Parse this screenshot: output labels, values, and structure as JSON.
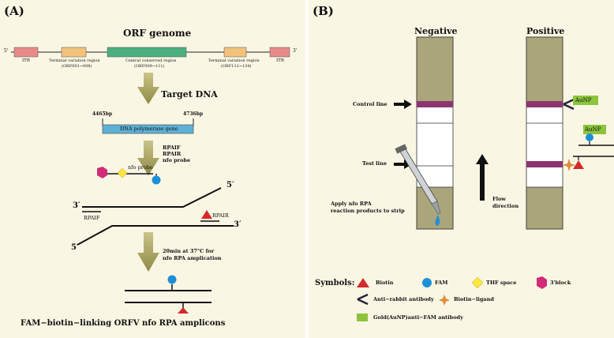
{
  "panel_a": {
    "label": "(A)",
    "orf_title": "ORF genome",
    "end_5": "5'",
    "end_3": "3'",
    "itr_left": "ITR",
    "itr_right": "ITR",
    "term_left_1": "Terminal variation region",
    "term_left_2": "(ORF001~008)",
    "central_1": "Central conserved region",
    "central_2": "(ORF009~111)",
    "term_right_1": "Terminal variation region",
    "term_right_2": "(ORF112~134)",
    "target_dna": "Target DNA",
    "bp_start": "4465bp",
    "bp_end": "4736bp",
    "gene_label": "DNA polymerase gene",
    "primer_f": "RPAIF",
    "primer_r": "RPAIR",
    "probe_label": "nfo probe",
    "strand_5_top": "5′",
    "strand_3_left": "3′",
    "strand_3_right": "3′",
    "strand_5_bottom": "5′",
    "rpair_tag": "RPAIR",
    "rpaif_tag": "RPAIF",
    "probe_small": "nfo probe",
    "condition_1": "20min  at 37°C for",
    "condition_2": "nfo RPA amplication",
    "bottom_caption": "FAM−biotin−linking   ORFV nfo RPA amplicons"
  },
  "panel_b": {
    "label": "(B)",
    "negative": "Negative",
    "positive": "Positive",
    "control_line": "Control line",
    "test_line": "Test line",
    "apply_1": "Apply nfo RPA",
    "apply_2": "reaction products to strip",
    "flow_1": "Flow",
    "flow_2": "direction",
    "aunp_1": "AuNP",
    "aunp_2": "AuNP",
    "symbols_title": "Symbols:",
    "sym_biotin": "Biotin",
    "sym_fam": "FAM",
    "sym_thf": "THF space",
    "sym_3block": "3'block",
    "sym_antibody": "Anti−rabbit antibody",
    "sym_ligand": "Biotin−ligand",
    "sym_gold": "Gold(AuNP)anti−FAM antibody"
  },
  "colors": {
    "background": "#faf6e4",
    "itr": "#e88a8a",
    "terminal": "#f1c27a",
    "central": "#4caf7f",
    "gene": "#5fb0d6",
    "arrow": "#a9a35a",
    "strip_pad": "#aaa57a",
    "band": "#8a3670",
    "biotin": "#d42a2a",
    "fam": "#1e8fd6",
    "thf": "#ffe640",
    "block": "#d02c78",
    "antibody": "#22223a",
    "ligand": "#e08a3c",
    "gold": "#8cc43c"
  }
}
